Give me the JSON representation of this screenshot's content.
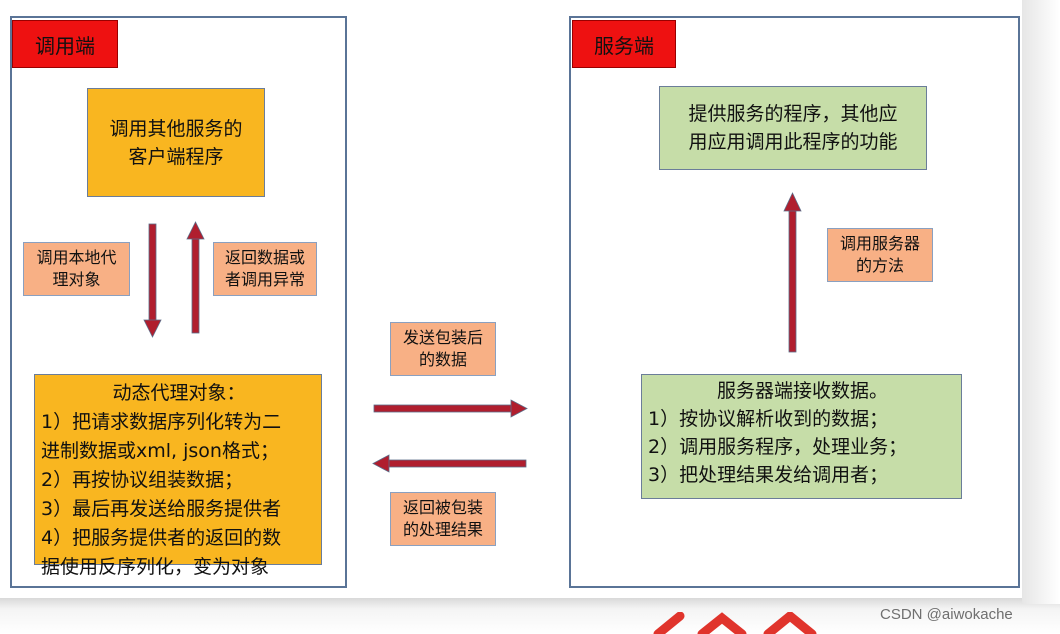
{
  "client": {
    "tag": "调用端",
    "program_lines": [
      "调用其他服务的",
      "客户端程序"
    ],
    "call_label_lines": [
      "调用本地代",
      "理对象"
    ],
    "return_label_lines": [
      "返回数据或",
      "者调用异常"
    ],
    "proxy": {
      "title": "动态代理对象：",
      "lines": [
        "1）把请求数据序列化转为二",
        "进制数据或xml, json格式；",
        "2）再按协议组装数据；",
        "3）最后再发送给服务提供者",
        "4）把服务提供者的返回的数",
        "据使用反序列化，变为对象"
      ]
    }
  },
  "middle": {
    "send_label_lines": [
      "发送包装后",
      "的数据"
    ],
    "return_label_lines": [
      "返回被包装",
      "的处理结果"
    ]
  },
  "server": {
    "tag": "服务端",
    "program_lines": [
      "提供服务的程序，其他应",
      "用应用调用此程序的功能"
    ],
    "invoke_label_lines": [
      "调用服务器",
      "的方法"
    ],
    "receiver": {
      "title": "服务器端接收数据。",
      "lines": [
        "1）按协议解析收到的数据；",
        "2）调用服务程序，处理业务；",
        "3）把处理结果发给调用者；"
      ]
    }
  },
  "watermark": "CSDN @aiwokache",
  "colors": {
    "tag_red": "#ee1111",
    "orange_box": "#f9b620",
    "green_box": "#c6dda8",
    "label_box": "#f8b085",
    "arrow_red": "#b01e2e",
    "panel_border": "#5a7497"
  },
  "icons": {
    "arrow": "block-arrow"
  }
}
